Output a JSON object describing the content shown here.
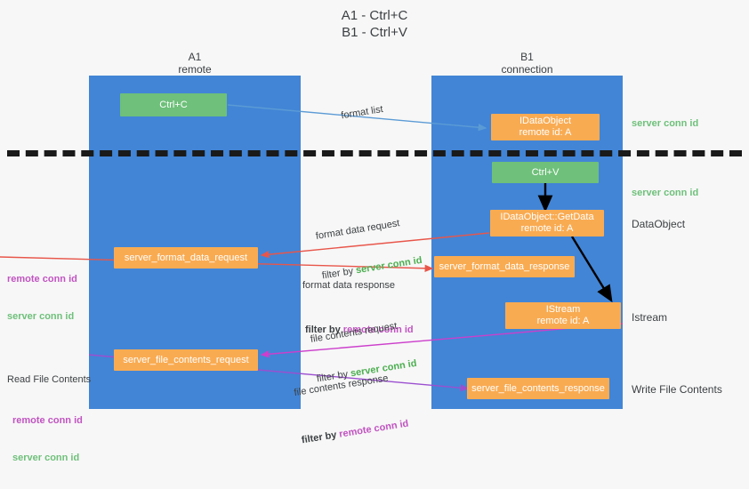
{
  "title": "A1 - Ctrl+C\nB1 - Ctrl+V",
  "lanes": [
    {
      "name": "A1",
      "sub": "remote",
      "header": "A1\nremote"
    },
    {
      "name": "B1",
      "sub": "connection",
      "header": "B1\nconnection"
    }
  ],
  "nodes": [
    {
      "id": "ctrl-c",
      "label": "Ctrl+C",
      "color": "#6ec07a"
    },
    {
      "id": "idataobject",
      "label": "IDataObject\nremote id: A",
      "color": "#f9ab52"
    },
    {
      "id": "ctrl-v",
      "label": "Ctrl+V",
      "color": "#6ec07a"
    },
    {
      "id": "idataobject-getdata",
      "label": "IDataObject::GetData\nremote id: A",
      "color": "#f9ab52"
    },
    {
      "id": "server-format-data-request",
      "label": "server_format_data_request",
      "color": "#f9ab52"
    },
    {
      "id": "server-format-data-response",
      "label": "server_format_data_response",
      "color": "#f9ab52"
    },
    {
      "id": "istream",
      "label": "IStream\nremote id: A",
      "color": "#f9ab52"
    },
    {
      "id": "server-file-contents-request",
      "label": "server_file_contents_request",
      "color": "#f9ab52"
    },
    {
      "id": "server-file-contents-response",
      "label": "server_file_contents_response",
      "color": "#f9ab52"
    }
  ],
  "arrows": [
    {
      "id": "format-list",
      "line1": "format list",
      "filter_prefix": "",
      "filter_value": ""
    },
    {
      "id": "format-data-request",
      "line1": "format data request",
      "filter_prefix": "filter by ",
      "filter_value": "server conn id"
    },
    {
      "id": "format-data-response",
      "line1": "format data response",
      "filter_prefix": "filter by ",
      "filter_value": "remote conn id"
    },
    {
      "id": "file-contents-request",
      "line1": "file contents request",
      "filter_prefix": "filter by ",
      "filter_value": "server conn id"
    },
    {
      "id": "file-contents-response",
      "line1": "file contents response",
      "filter_prefix": "filter by ",
      "filter_value": "remote conn id"
    }
  ],
  "left_labels": [
    {
      "id": "left-conn-ids-1",
      "remote": "remote conn id",
      "server": "server conn id"
    },
    {
      "id": "read-file-contents",
      "heading": "Read File Contents",
      "remote": "remote conn id",
      "server": "server conn id"
    }
  ],
  "right_labels": [
    {
      "id": "right-server-conn-id-1",
      "text": "server conn id"
    },
    {
      "id": "right-server-conn-id-2",
      "text": "server conn id"
    },
    {
      "id": "right-dataobject",
      "text": "DataObject"
    },
    {
      "id": "right-istream",
      "text": "Istream"
    },
    {
      "id": "right-write-file",
      "text": "Write File Contents"
    }
  ],
  "colors": {
    "lane": "#4285d6",
    "green_node": "#6ec07a",
    "orange_node": "#f9ab52",
    "green_text": "#4caf50",
    "magenta_text": "#c154c1",
    "blue_arrow": "#5b9bd5",
    "red_arrow": "#e8564a",
    "magenta_arrow": "#cc3fcc",
    "purple_arrow": "#9b4fd0",
    "black_arrow": "#000000",
    "divider": "#1a1a1a",
    "background": "#f7f7f7"
  }
}
